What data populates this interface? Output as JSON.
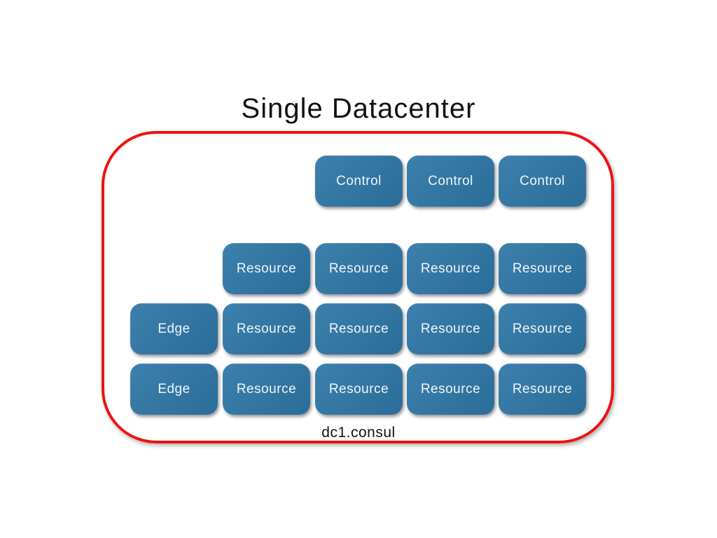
{
  "page": {
    "title": "Single Datacenter"
  },
  "diagram": {
    "boundary_label": "dc1.consul",
    "colors": {
      "node_fill": "#2e76a6",
      "node_text": "#eef6fb",
      "boundary_stroke": "#ee1212",
      "title_text": "#111111"
    },
    "nodes": [
      {
        "label": "Control",
        "row": 0,
        "col": 2
      },
      {
        "label": "Control",
        "row": 0,
        "col": 3
      },
      {
        "label": "Control",
        "row": 0,
        "col": 4
      },
      {
        "label": "Resource",
        "row": 1,
        "col": 1
      },
      {
        "label": "Resource",
        "row": 1,
        "col": 2
      },
      {
        "label": "Resource",
        "row": 1,
        "col": 3
      },
      {
        "label": "Resource",
        "row": 1,
        "col": 4
      },
      {
        "label": "Edge",
        "row": 2,
        "col": 0
      },
      {
        "label": "Resource",
        "row": 2,
        "col": 1
      },
      {
        "label": "Resource",
        "row": 2,
        "col": 2
      },
      {
        "label": "Resource",
        "row": 2,
        "col": 3
      },
      {
        "label": "Resource",
        "row": 2,
        "col": 4
      },
      {
        "label": "Edge",
        "row": 3,
        "col": 0
      },
      {
        "label": "Resource",
        "row": 3,
        "col": 1
      },
      {
        "label": "Resource",
        "row": 3,
        "col": 2
      },
      {
        "label": "Resource",
        "row": 3,
        "col": 3
      },
      {
        "label": "Resource",
        "row": 3,
        "col": 4
      }
    ]
  }
}
